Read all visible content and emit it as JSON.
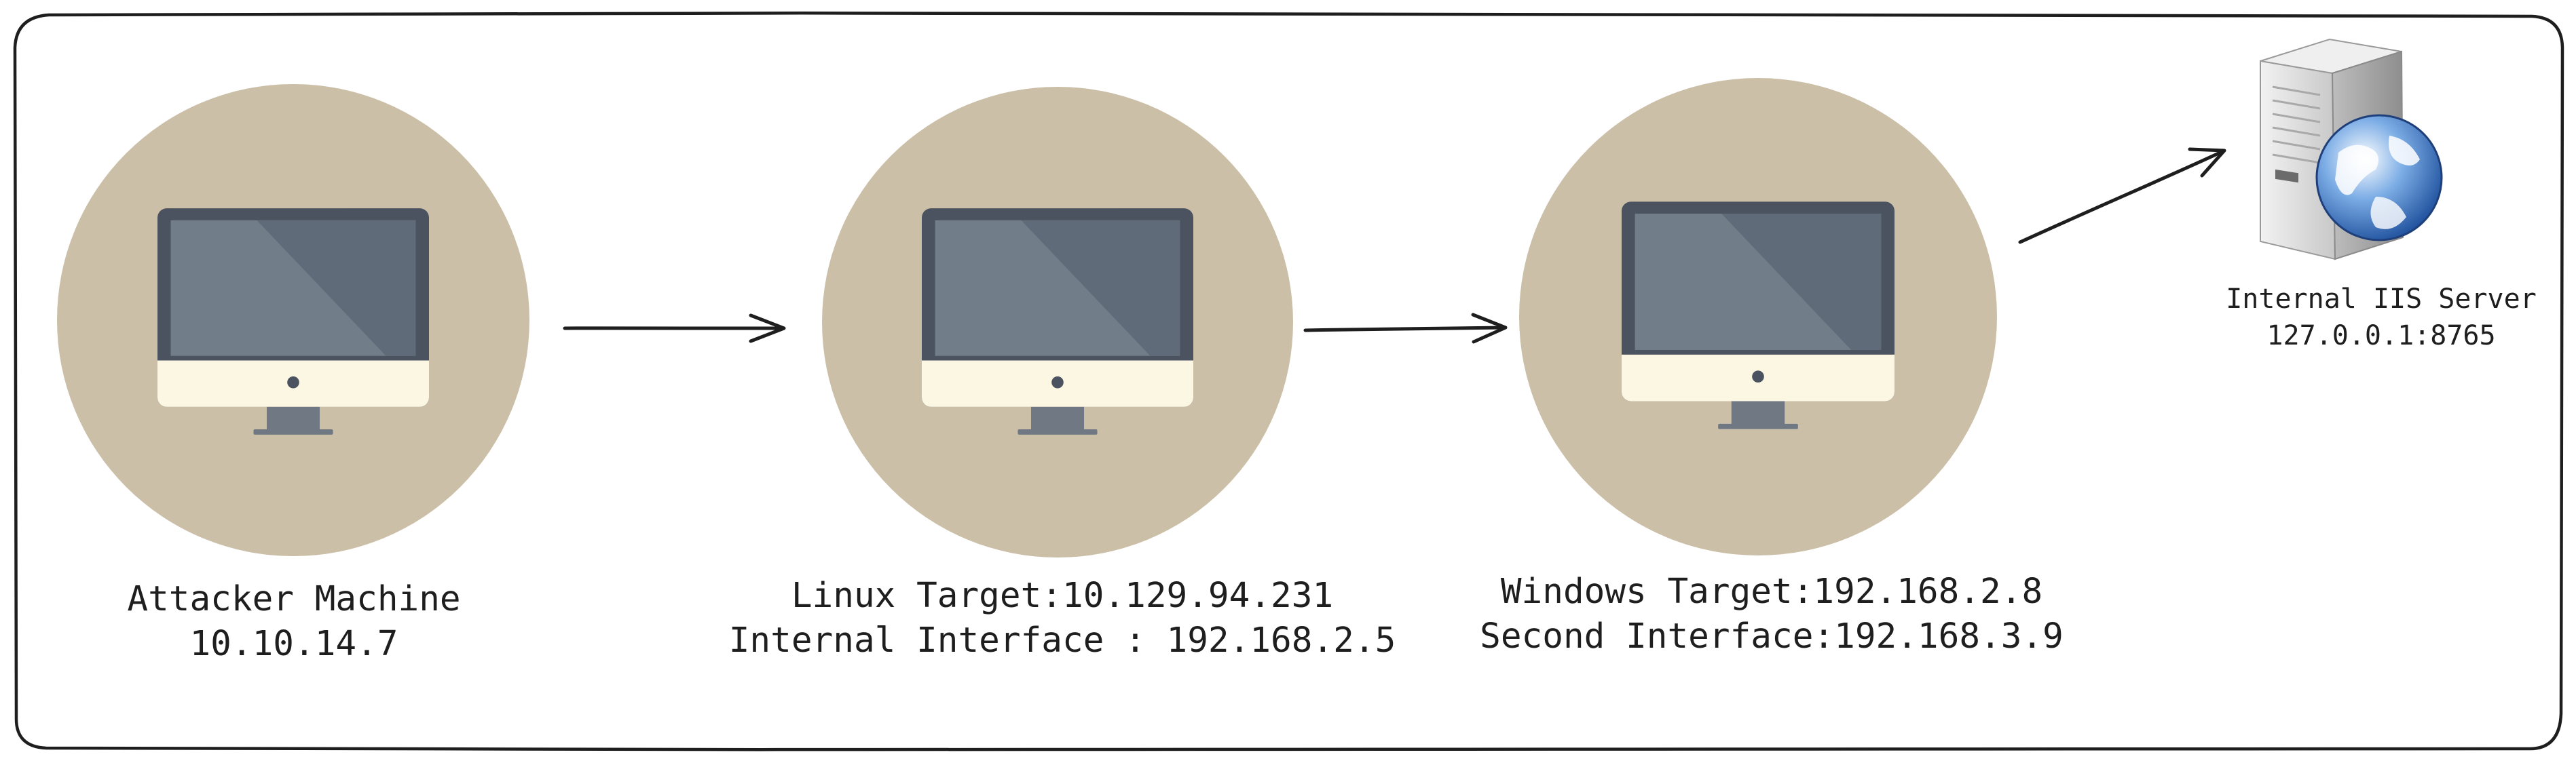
{
  "nodes": {
    "attacker": {
      "line1": "Attacker Machine",
      "line2": "10.10.14.7",
      "icon": "monitor-icon"
    },
    "linux": {
      "line1": "Linux Target:10.129.94.231",
      "line2": "Internal Interface : 192.168.2.5",
      "icon": "monitor-icon"
    },
    "windows": {
      "line1": "Windows Target:192.168.2.8",
      "line2": "Second Interface:192.168.3.9",
      "icon": "monitor-icon"
    },
    "iis": {
      "line1": "Internal IIS Server",
      "line2": "127.0.0.1:8765",
      "icon": "web-server-icon"
    }
  },
  "colors": {
    "circle": "#cbbfa8",
    "bezel": "#4b5260",
    "screen_dark": "#5f6b78",
    "screen_light": "#717d88",
    "chin": "#fbf7e3",
    "stand": "#707983",
    "stroke": "#1e1e1e",
    "globe": "#3a76c4",
    "server_body": "#dcdcdc"
  }
}
